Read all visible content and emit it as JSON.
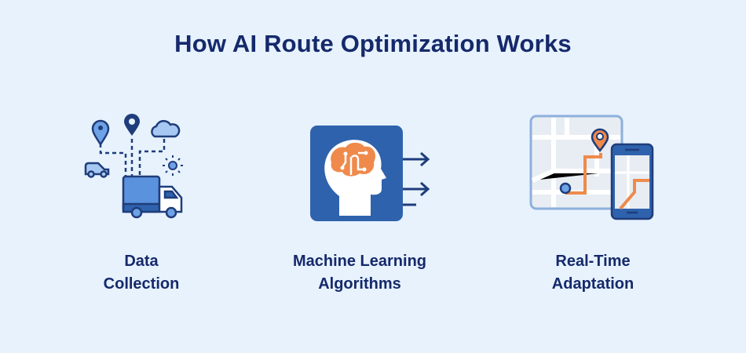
{
  "title": "How AI Route Optimization Works",
  "steps": [
    {
      "line1": "Data",
      "line2": "Collection",
      "icon": "truck-data-icon"
    },
    {
      "line1": "Machine Learning",
      "line2": "Algorithms",
      "icon": "brain-head-icon"
    },
    {
      "line1": "Real-Time",
      "line2": "Adaptation",
      "icon": "map-phone-icon"
    }
  ],
  "colors": {
    "background": "#e7f2fd",
    "navy": "#15296b",
    "blue": "#2f62ad",
    "light_blue": "#6ea2e6",
    "orange": "#ef8a4c"
  }
}
